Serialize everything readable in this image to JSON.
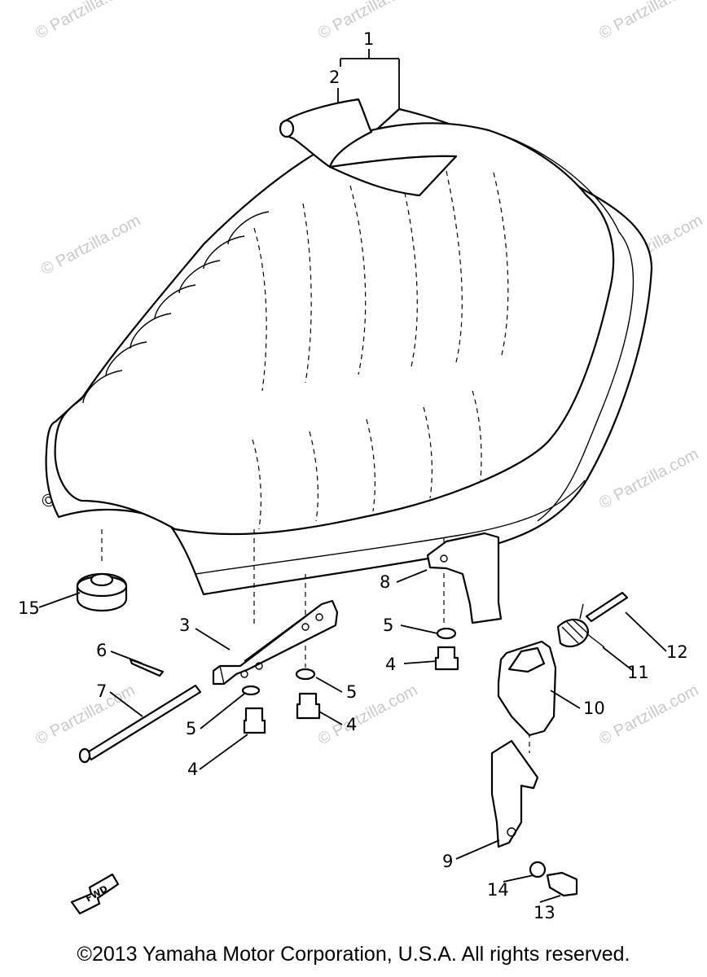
{
  "callouts": {
    "c1": "1",
    "c2": "2",
    "c3": "3",
    "c4a": "4",
    "c4b": "4",
    "c4c": "4",
    "c5a": "5",
    "c5b": "5",
    "c5c": "5",
    "c6": "6",
    "c7": "7",
    "c8": "8",
    "c9": "9",
    "c10": "10",
    "c11": "11",
    "c12": "12",
    "c13": "13",
    "c14": "14",
    "c15": "15"
  },
  "watermark": "© Partzilla.com",
  "direction_label": "FWD",
  "copyright": "©2013 Yamaha Motor Corporation, U.S.A. All rights reserved."
}
